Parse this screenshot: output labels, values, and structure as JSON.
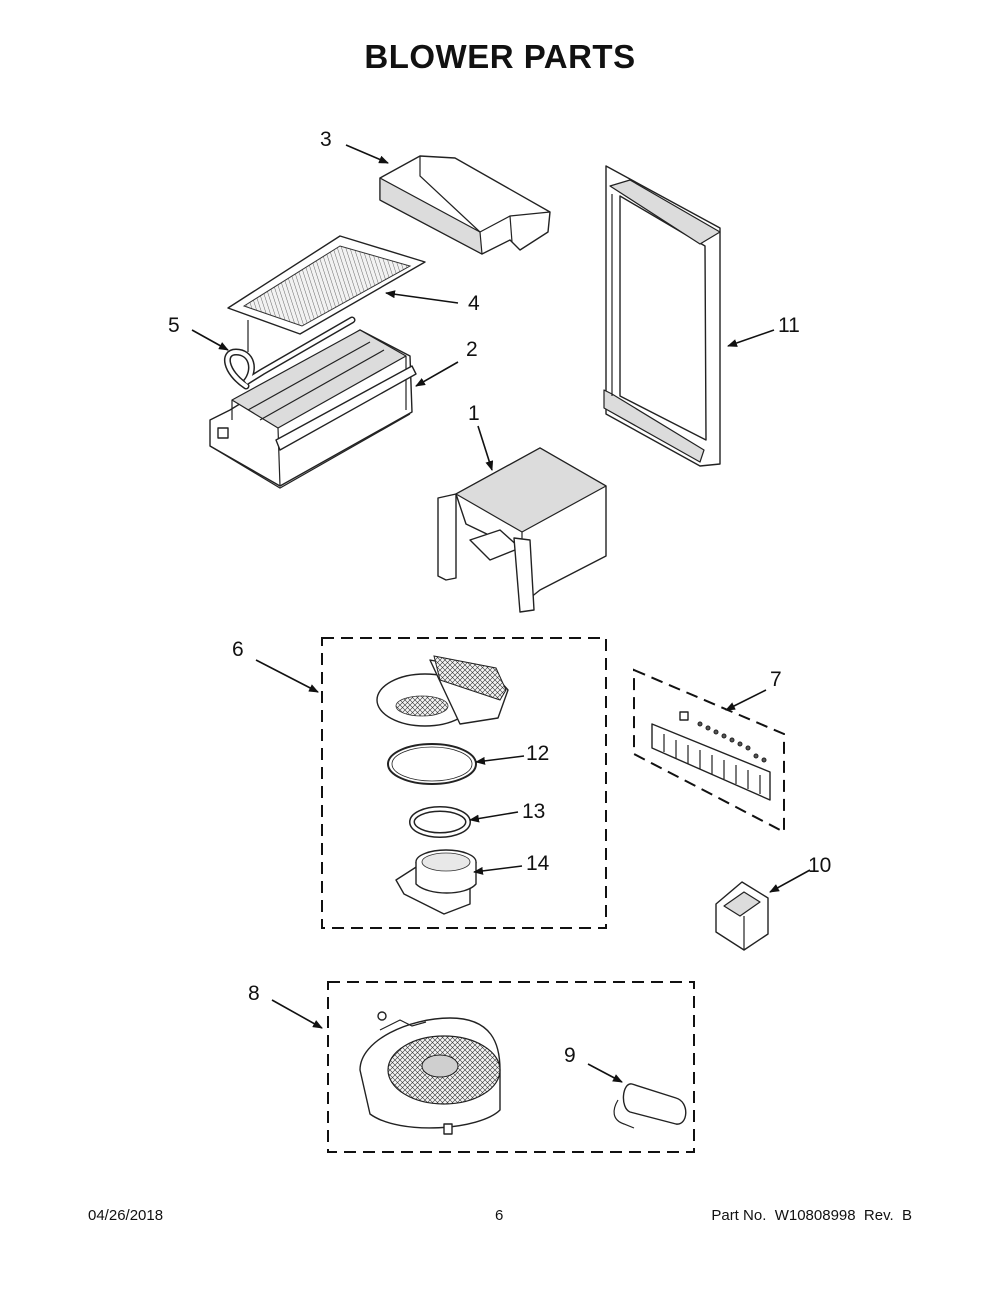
{
  "header": {
    "title": "BLOWER PARTS"
  },
  "callouts": {
    "c1": "1",
    "c2": "2",
    "c3": "3",
    "c4": "4",
    "c5": "5",
    "c6": "6",
    "c7": "7",
    "c8": "8",
    "c9": "9",
    "c10": "10",
    "c11": "11",
    "c12": "12",
    "c13": "13",
    "c14": "14"
  },
  "footer": {
    "date": "04/26/2018",
    "page": "6",
    "part_number": "Part No.  W10808998  Rev.  B"
  }
}
